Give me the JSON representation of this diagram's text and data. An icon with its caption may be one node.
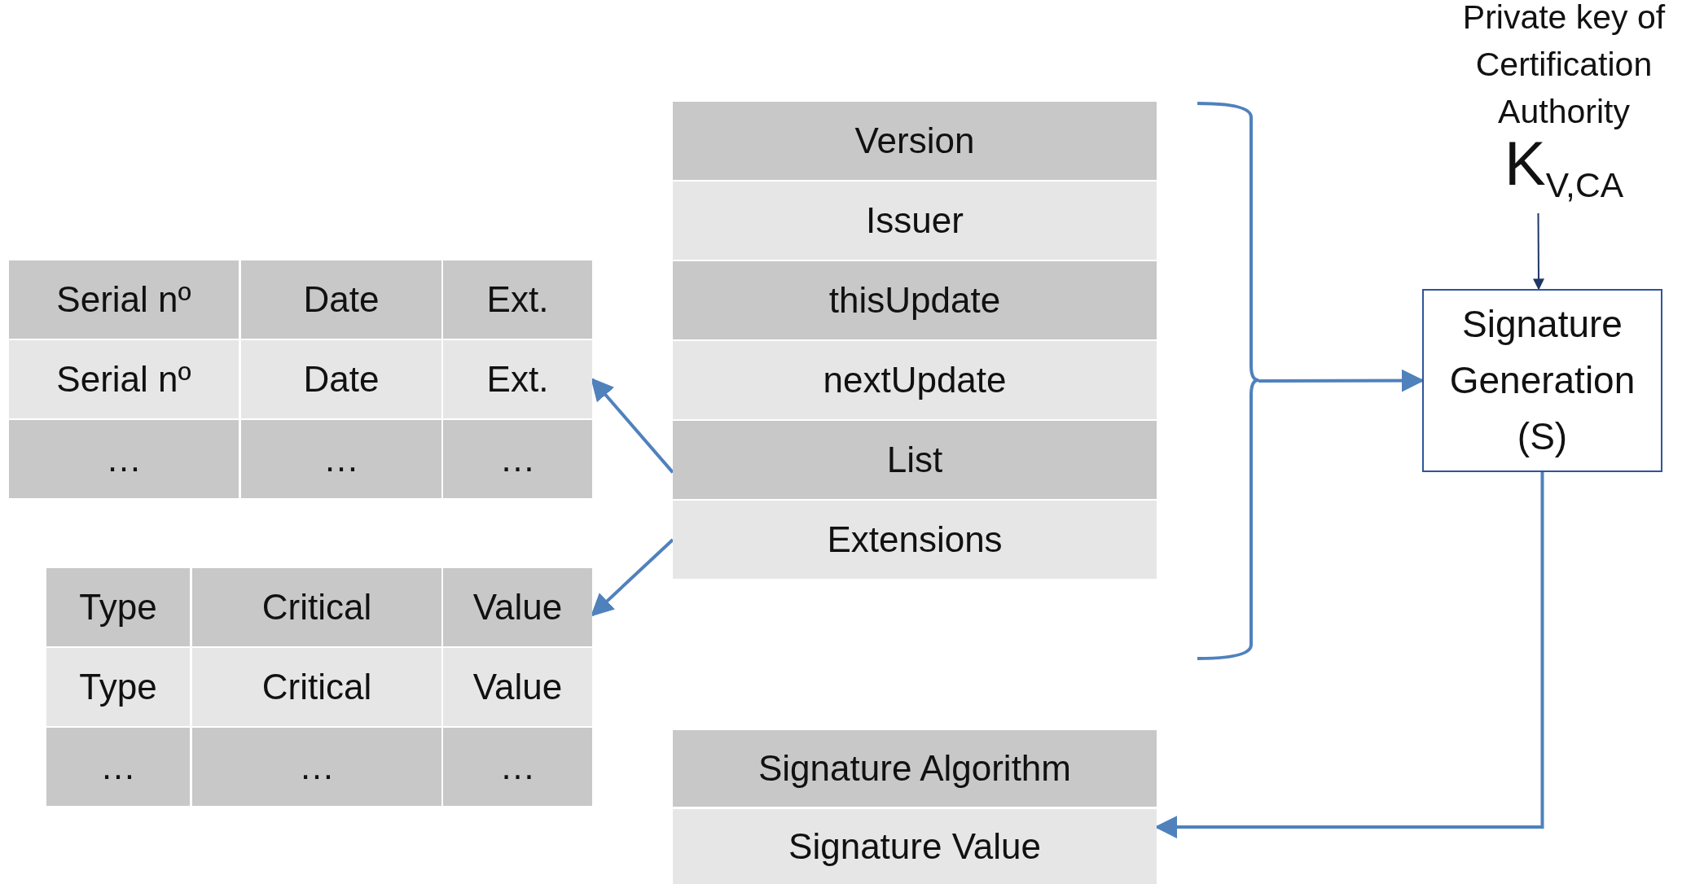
{
  "diagram": {
    "nodes": [
      {
        "text": [
          "Version"
        ]
      },
      {
        "text": [
          "Issuer"
        ]
      },
      {
        "text": [
          "thisUpdate"
        ]
      },
      {
        "text": [
          "nextUpdate"
        ]
      },
      {
        "text": [
          "List"
        ]
      },
      {
        "text": [
          "Extensions"
        ]
      },
      {
        "text": [],
        "shape": "bracket"
      },
      {
        "text": [
          "Private key of Certification Authority",
          "K$_{V,CA}$"
        ]
      },
      {
        "text": [
          "Signature Generation (S)"
        ]
      },
      {
        "text": [
          "Signature Algorithm"
        ]
      },
      {
        "text": [
          "Signature Value"
        ]
      },
      {
        "text": [
          "Serial nº"
        ]
      },
      {
        "text": [
          "Date"
        ]
      },
      {
        "text": [
          "Ext."
        ]
      },
      {
        "text": [
          "Serial nº"
        ]
      },
      {
        "text": [
          "Date"
        ]
      },
      {
        "text": [
          "Ext."
        ]
      },
      {
        "text": [
          "…"
        ]
      },
      {
        "text": [
          "…"
        ]
      },
      {
        "text": [
          "…"
        ]
      },
      {
        "text": [
          "Type"
        ]
      },
      {
        "text": [
          "Critical"
        ]
      },
      {
        "text": [
          "Value"
        ]
      },
      {
        "text": [
          "Type"
        ]
      },
      {
        "text": [
          "Critical"
        ]
      },
      {
        "text": [
          "Value"
        ]
      },
      {
        "text": [
          "…"
        ]
      },
      {
        "text": [
          "…"
        ]
      },
      {
        "text": [
          "…"
        ]
      }
    ],
    "edges": [
      {
        "from": 4,
        "to": 16,
        "arrow": "to"
      },
      {
        "from": 5,
        "to": 22,
        "arrow": "to"
      },
      {
        "from": 6,
        "to": 8,
        "arrow": "to"
      },
      {
        "from": 7,
        "to": 8,
        "arrow": "to",
        "color": "#1f3864"
      },
      {
        "from": 8,
        "to": 10,
        "arrow": "to"
      }
    ]
  }
}
